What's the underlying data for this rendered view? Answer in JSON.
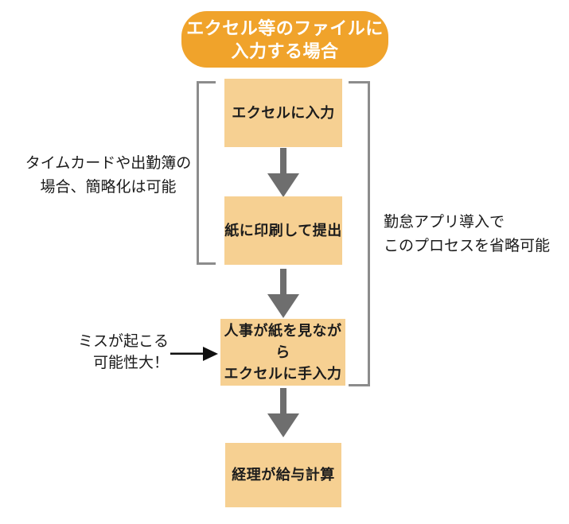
{
  "badge": {
    "lines": [
      "エクセル等のファイルに",
      "入力する場合"
    ],
    "bg_color": "#F0A32B",
    "text_color": "#FFFFFF"
  },
  "flow": {
    "steps": [
      {
        "lines": [
          "エクセルに入力"
        ]
      },
      {
        "lines": [
          "紙に印刷して提出"
        ]
      },
      {
        "lines": [
          "人事が紙を見ながら",
          "エクセルに手入力"
        ]
      },
      {
        "lines": [
          "経理が給与計算"
        ]
      }
    ],
    "box_color": "#F6D092",
    "arrow_color": "#6E6E6E"
  },
  "annotations": {
    "left_top": {
      "lines": [
        "タイムカードや出勤簿の",
        "場合、簡略化は可能"
      ]
    },
    "left_mid": {
      "lines": [
        "ミスが起こる",
        "可能性大！"
      ]
    },
    "right": {
      "lines": [
        "勤怠アプリ導入で",
        "このプロセスを省略可能"
      ]
    },
    "bracket_color": "#8C8C8C",
    "pointer_color": "#111111"
  }
}
